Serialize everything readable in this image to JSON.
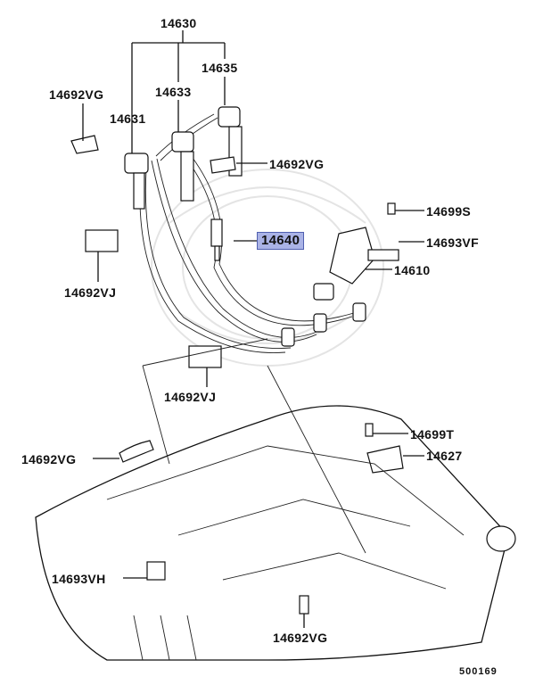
{
  "diagram": {
    "labels": {
      "wire_set": "14630",
      "wire_3": "14635",
      "wire_2": "14633",
      "wire_1": "14631",
      "clip_vg_left": "14692VG",
      "clip_vg_mid": "14692VG",
      "screw_s": "14699S",
      "spark_plug": "14640",
      "bracket_vf": "14693VF",
      "coil": "14610",
      "clip_vj_left": "14692VJ",
      "clip_vj_mid": "14692VJ",
      "bolt_t": "14699T",
      "sensor": "14627",
      "clip_vg_lower": "14692VG",
      "bracket_vh": "14693VH",
      "clip_vg_bottom": "14692VG",
      "diagram_number": "500169"
    }
  }
}
